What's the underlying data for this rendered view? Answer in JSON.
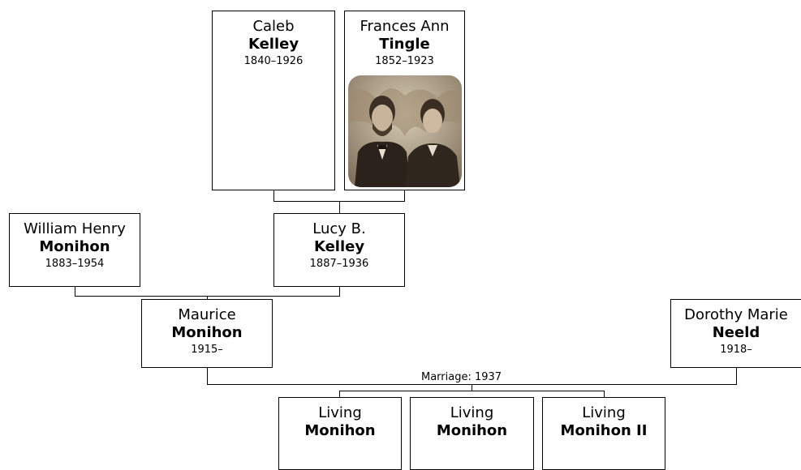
{
  "people": {
    "caleb": {
      "given": "Caleb",
      "surname": "Kelley",
      "years": "1840–1926"
    },
    "frances": {
      "given": "Frances Ann",
      "surname": "Tingle",
      "years": "1852–1923"
    },
    "william": {
      "given": "William Henry",
      "surname": "Monihon",
      "years": "1883–1954"
    },
    "lucy": {
      "given": "Lucy B.",
      "surname": "Kelley",
      "years": "1887–1936"
    },
    "maurice": {
      "given": "Maurice",
      "surname": "Monihon",
      "years": "1915–"
    },
    "dorothy": {
      "given": "Dorothy Marie",
      "surname": "Neeld",
      "years": "1918–"
    },
    "child1": {
      "given": "Living",
      "surname": "Monihon"
    },
    "child2": {
      "given": "Living",
      "surname": "Monihon"
    },
    "child3": {
      "given": "Living",
      "surname": "Monihon II"
    }
  },
  "marriage_label": "Marriage: 1937",
  "icons": {
    "photo": "sepia-portrait-two-men"
  }
}
